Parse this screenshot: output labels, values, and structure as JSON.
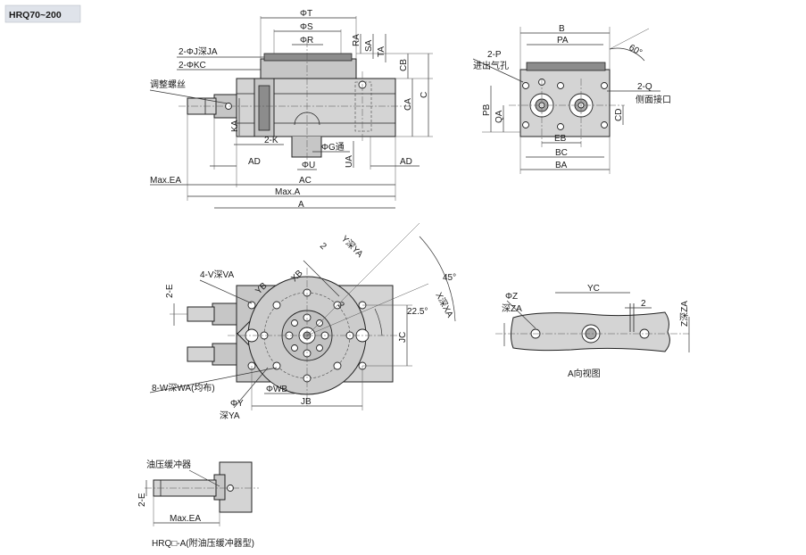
{
  "title": "HRQ70~200",
  "top_view": {
    "labels": {
      "phiT": "ΦT",
      "phiS": "ΦS",
      "phiR": "ΦR",
      "jhole": "2-ΦJ深JA",
      "khole": "2-ΦKC",
      "adjust": "调整螺丝",
      "RA": "RA",
      "SA": "SA",
      "TA": "TA",
      "CB": "CB",
      "C": "C",
      "CA": "CA",
      "KA": "KA",
      "K": "2-K",
      "G": "ΦG通",
      "U": "ΦU",
      "UA": "UA",
      "AD_left": "AD",
      "AD_right": "AD",
      "AC": "AC",
      "MaxEA": "Max.EA",
      "MaxA": "Max.A",
      "A": "A"
    }
  },
  "side_view": {
    "labels": {
      "B": "B",
      "PA": "PA",
      "angle": "60°",
      "P": "2-P",
      "P_desc": "进出气孔",
      "Q": "2-Q",
      "Q_desc": "侧面接口",
      "PB": "PB",
      "QA": "QA",
      "CD": "CD",
      "EB": "EB",
      "BC": "BC",
      "BA": "BA"
    }
  },
  "front_view": {
    "labels": {
      "E": "2-E",
      "V": "4-V深VA",
      "W": "8-W深WA(均布)",
      "Y": "ΦY",
      "YA": "深YA",
      "WB": "ΦWB",
      "JB": "JB",
      "JC": "JC",
      "XB": "XB",
      "YB": "YB",
      "two1": "2",
      "two2": "2",
      "YdeepYA": "Y深YA",
      "XdeepXA": "X深XA",
      "a45": "45°",
      "a22": "22.5°"
    }
  },
  "section_view": {
    "labels": {
      "Z": "ΦZ",
      "ZA": "深ZA",
      "YC": "YC",
      "two": "2",
      "ZdeepZA": "Z深ZA"
    },
    "caption": "A向视图"
  },
  "buffer_view": {
    "labels": {
      "name": "油压缓冲器",
      "E": "2-E",
      "MaxEA": "Max.EA"
    },
    "caption": "HRQ□-A(附油压缓冲器型)"
  }
}
